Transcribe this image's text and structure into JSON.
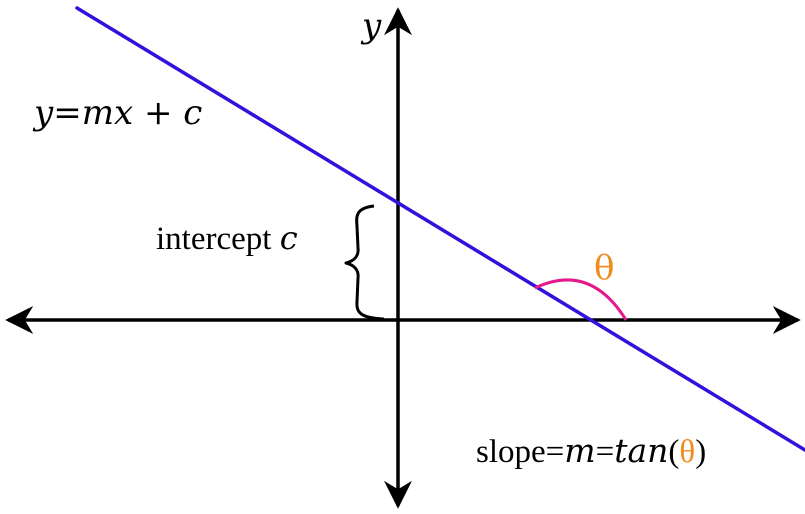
{
  "diagram": {
    "equation": {
      "y": "y",
      "equals": "=",
      "mx": "mx",
      "plus": "+",
      "c": "c"
    },
    "y_axis_label": "y",
    "intercept": {
      "text": "intercept",
      "variable": "c"
    },
    "angle": {
      "symbol": "θ"
    },
    "slope": {
      "text": "slope=",
      "m": "m",
      "eq": "=",
      "tan": "tan",
      "open": "(",
      "theta": "θ",
      "close": ")"
    }
  },
  "colors": {
    "line": "#3311dd",
    "axes": "#000000",
    "angle_arc": "#e6198c",
    "theta": "#f08c1e",
    "text": "#000000"
  }
}
